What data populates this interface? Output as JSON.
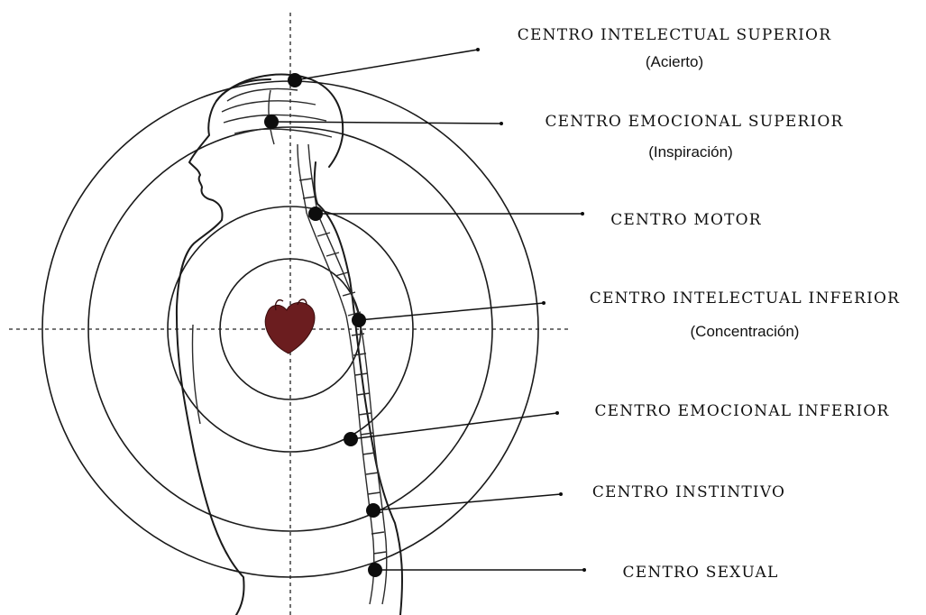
{
  "centers": [
    {
      "id": "intelectual-superior",
      "name": "CENTRO INTELECTUAL SUPERIOR",
      "sub": "(Acierto)"
    },
    {
      "id": "emocional-superior",
      "name": "CENTRO EMOCIONAL SUPERIOR",
      "sub": "(Inspiración)"
    },
    {
      "id": "motor",
      "name": "CENTRO MOTOR",
      "sub": ""
    },
    {
      "id": "intelectual-inferior",
      "name": "CENTRO INTELECTUAL INFERIOR",
      "sub": "(Concentración)"
    },
    {
      "id": "emocional-inferior",
      "name": "CENTRO EMOCIONAL INFERIOR",
      "sub": ""
    },
    {
      "id": "instintivo",
      "name": "CENTRO INSTINTIVO",
      "sub": ""
    },
    {
      "id": "sexual",
      "name": "CENTRO SEXUAL",
      "sub": ""
    }
  ],
  "colors": {
    "ink": "#111111",
    "heart": "#6b1d1f"
  },
  "icons": {
    "heart": "heart-icon"
  }
}
